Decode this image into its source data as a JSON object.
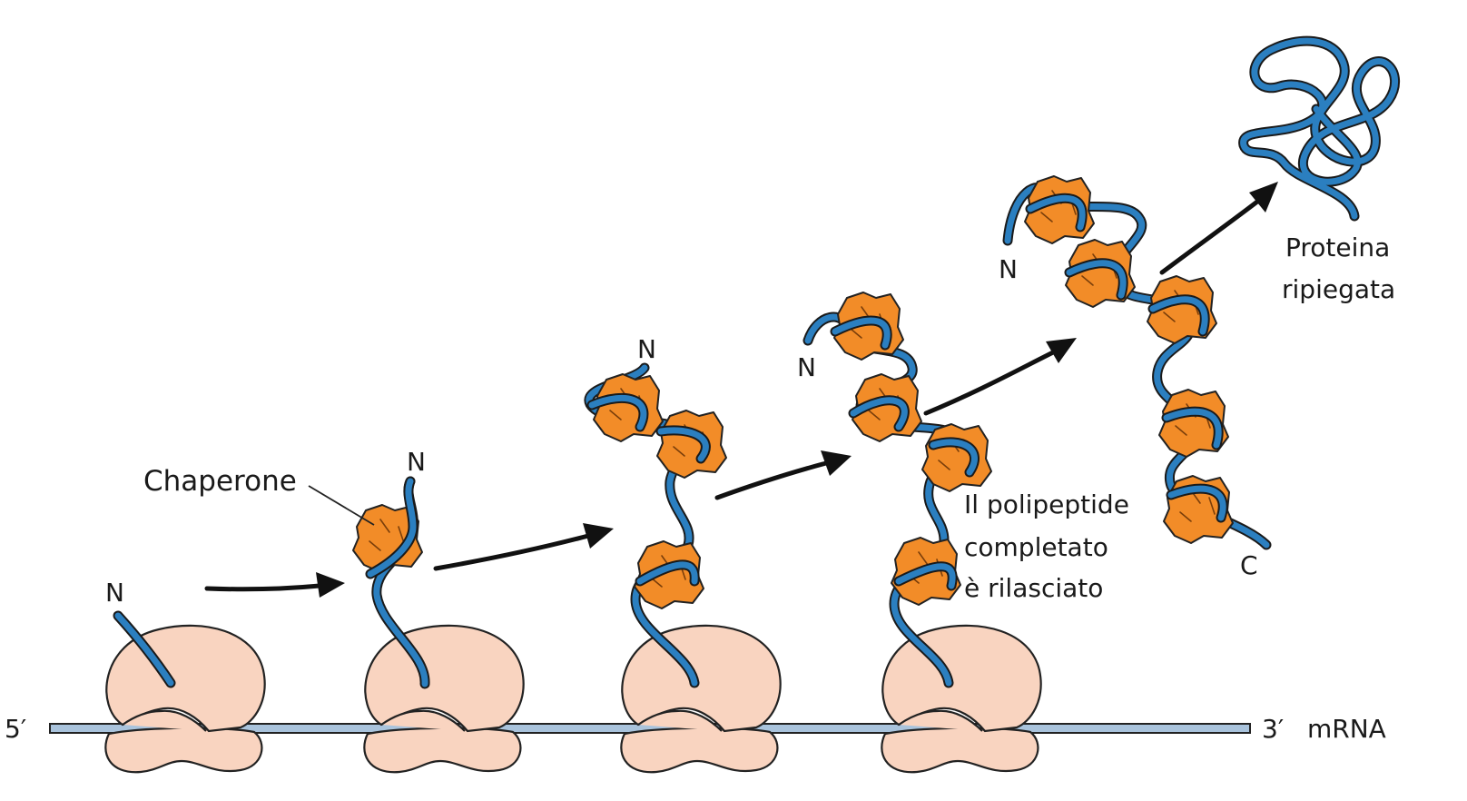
{
  "labels": {
    "chaperone": "Chaperone",
    "released": [
      "Il polipeptide",
      "completato",
      "è rilasciato"
    ],
    "folded": [
      "Proteina",
      "ripiegata"
    ],
    "five_prime": "5′",
    "three_prime": "3′",
    "mrna": "mRNA",
    "n_terminus": "N",
    "c_terminus": "C"
  },
  "colors": {
    "ribosome": "#f9d4c0",
    "polypeptide": "#2b7fc0",
    "chaperone": "#f28c28",
    "mrna": "#a9c3dc"
  }
}
